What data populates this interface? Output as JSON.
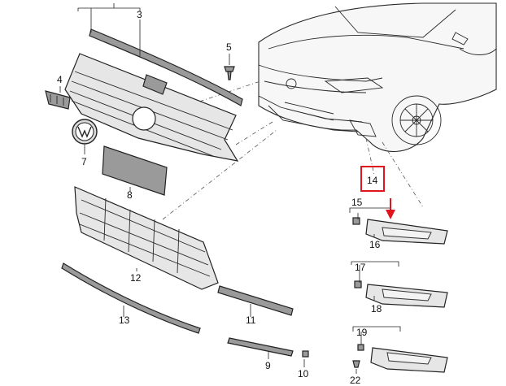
{
  "callouts": {
    "p3": "3",
    "p4": "4",
    "p5": "5",
    "p7": "7",
    "p8": "8",
    "p12": "12",
    "p13": "13",
    "p11": "11",
    "p9": "9",
    "p10": "10",
    "p14": "14",
    "p15": "15",
    "p16": "16",
    "p17": "17",
    "p18": "18",
    "p19": "19",
    "p22": "22"
  },
  "highlight": {
    "callout": "14",
    "color": "#e0141c"
  },
  "icons": {
    "logo": "vw-logo-icon"
  }
}
